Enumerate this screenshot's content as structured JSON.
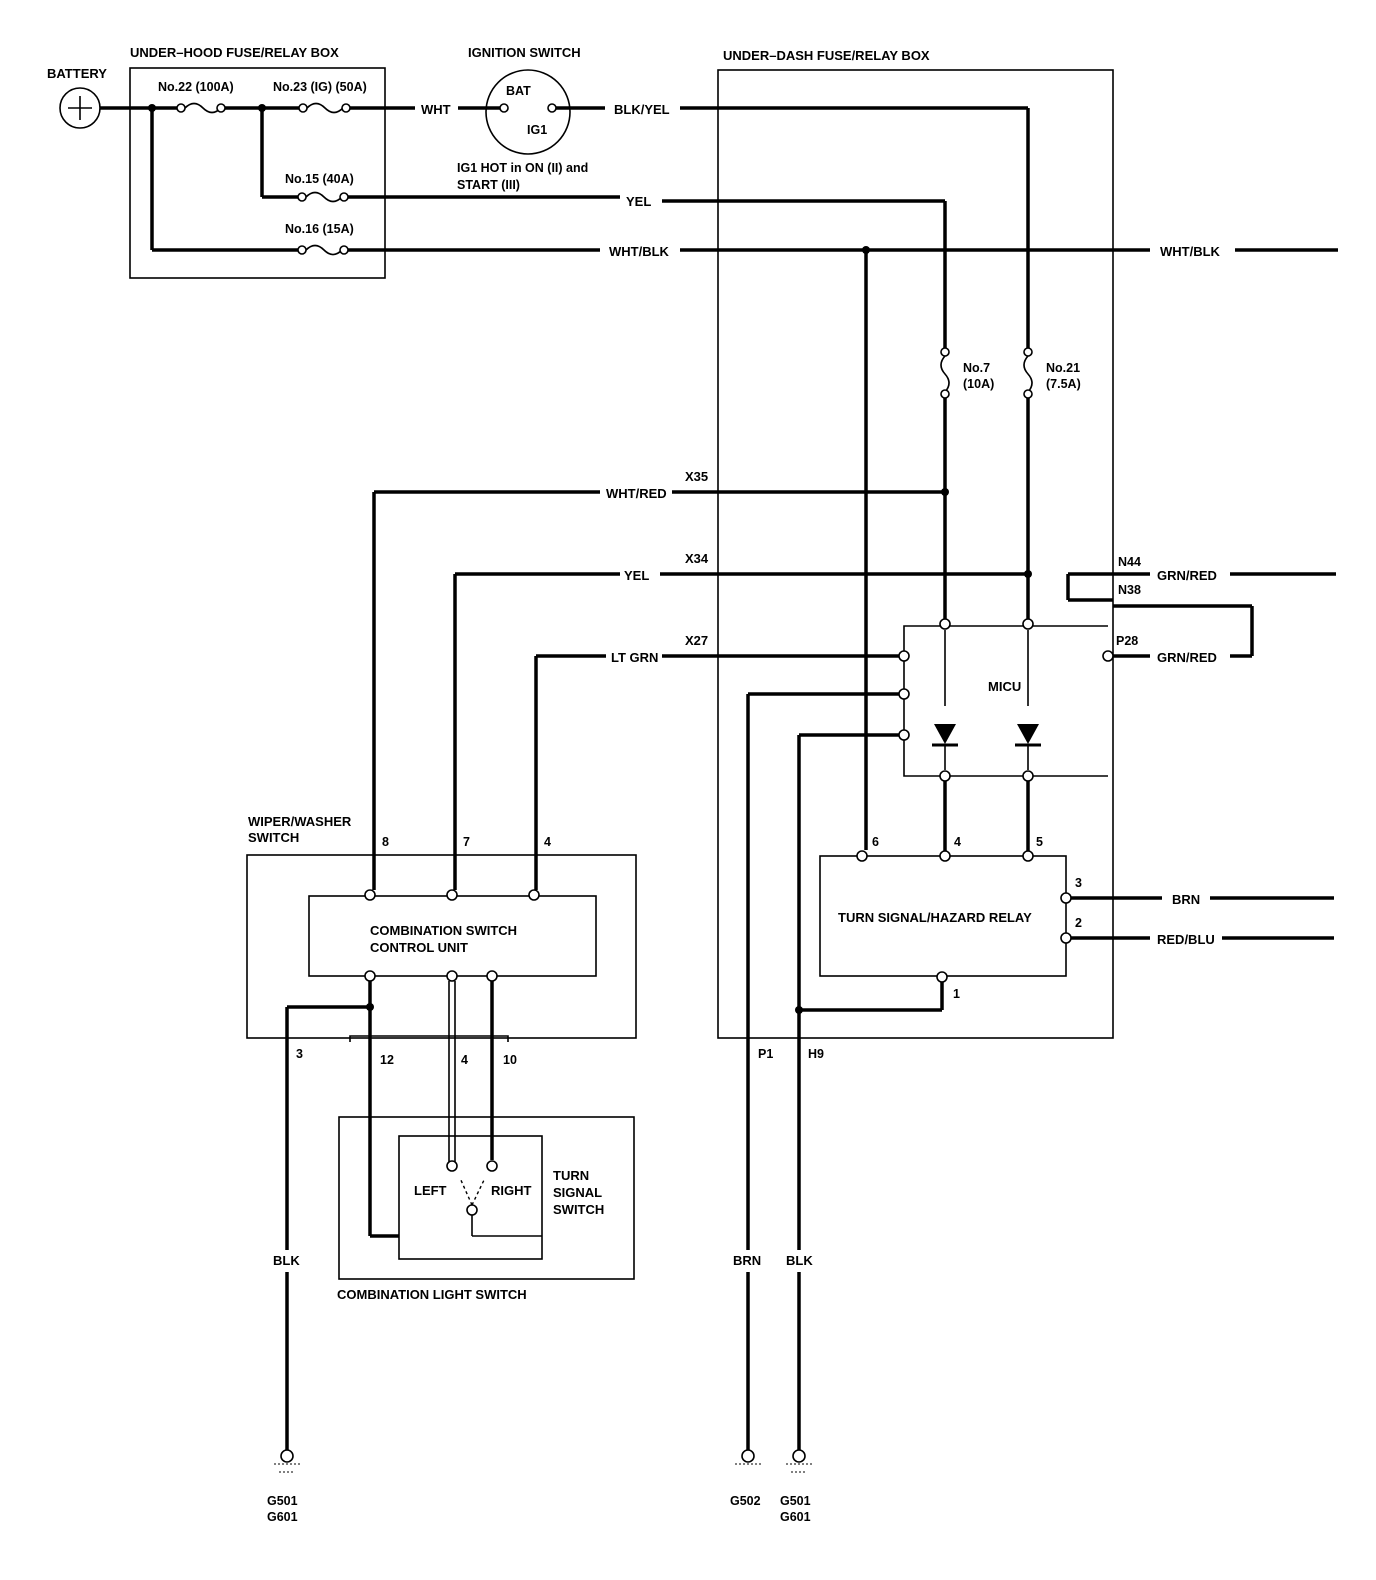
{
  "battery": {
    "label": "BATTERY"
  },
  "underhood": {
    "title": "UNDER–HOOD FUSE/RELAY BOX",
    "fuse22": "No.22 (100A)",
    "fuse23": "No.23 (IG) (50A)",
    "fuse15": "No.15 (40A)",
    "fuse16": "No.16 (15A)"
  },
  "ignition": {
    "title": "IGNITION SWITCH",
    "bat": "BAT",
    "ig1": "IG1",
    "note1": "IG1 HOT in ON (II) and",
    "note2": "START (III)"
  },
  "underdash": {
    "title": "UNDER–DASH FUSE/RELAY BOX",
    "fuse7_name": "No.7",
    "fuse7_rating": "(10A)",
    "fuse21_name": "No.21",
    "fuse21_rating": "(7.5A)"
  },
  "wires": {
    "wht": "WHT",
    "blk_yel": "BLK/YEL",
    "yel_top": "YEL",
    "wht_blk": "WHT/BLK",
    "wht_blk_right": "WHT/BLK",
    "wht_red": "WHT/RED",
    "yel": "YEL",
    "lt_grn": "LT GRN",
    "grn_red_top": "GRN/RED",
    "grn_red_bottom": "GRN/RED",
    "brn_right": "BRN",
    "red_blu": "RED/BLU",
    "blk_left": "BLK",
    "brn_bottom": "BRN",
    "blk_bottom": "BLK"
  },
  "connectors": {
    "x35": "X35",
    "x34": "X34",
    "x27": "X27",
    "n44": "N44",
    "n38": "N38",
    "p28": "P28",
    "p1": "P1",
    "h9": "H9"
  },
  "micu": {
    "label": "MICU"
  },
  "relay": {
    "label": "TURN SIGNAL/HAZARD RELAY",
    "pin6": "6",
    "pin4": "4",
    "pin5": "5",
    "pin3": "3",
    "pin2": "2",
    "pin1": "1"
  },
  "wiper": {
    "title1": "WIPER/WASHER",
    "title2": "SWITCH",
    "pin8": "8",
    "pin7": "7",
    "pin4": "4",
    "cscu1": "COMBINATION SWITCH",
    "cscu2": "CONTROL UNIT",
    "pin3": "3",
    "pin12": "12",
    "pin4b": "4",
    "pin10": "10"
  },
  "turnswitch": {
    "left": "LEFT",
    "right": "RIGHT",
    "t1": "TURN",
    "t2": "SIGNAL",
    "t3": "SWITCH",
    "combo": "COMBINATION LIGHT SWITCH"
  },
  "grounds": {
    "g1a": "G501",
    "g1b": "G601",
    "g2": "G502",
    "g3a": "G501",
    "g3b": "G601"
  }
}
